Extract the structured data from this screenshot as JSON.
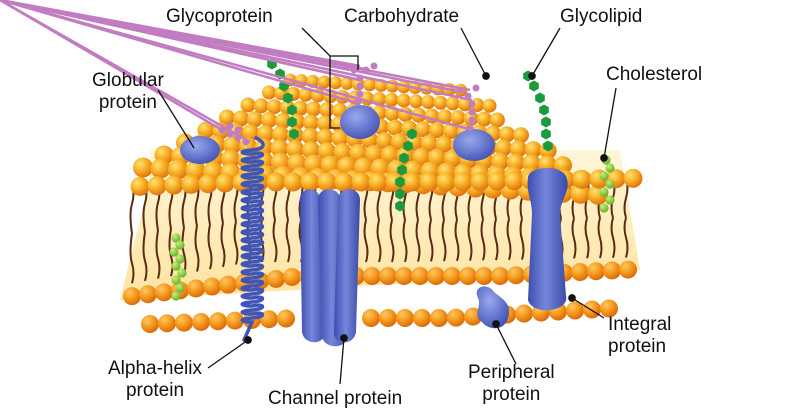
{
  "labels": {
    "glycoprotein": "Glycoprotein",
    "carbohydrate": "Carbohydrate",
    "glycolipid": "Glycolipid",
    "globular_protein": [
      "Globular",
      "protein"
    ],
    "cholesterol": "Cholesterol",
    "alpha_helix_protein": [
      "Alpha-helix",
      "protein"
    ],
    "channel_protein": "Channel protein",
    "peripheral_protein": [
      "Peripheral",
      "protein"
    ],
    "integral_protein": [
      "Integral",
      "protein"
    ]
  },
  "colors": {
    "head": "#f7a21c",
    "head_highlight": "#ffe27a",
    "head_shadow": "#e0740c",
    "interior": "#fff1c4",
    "tail": "#5a2a12",
    "protein": "#5466c4",
    "protein_highlight": "#98a6ec",
    "sugar_purple": "#c27dc2",
    "sugar_green": "#1c9a3e",
    "cholesterol": "#8fcb3a",
    "helix": "#3f55b8"
  }
}
